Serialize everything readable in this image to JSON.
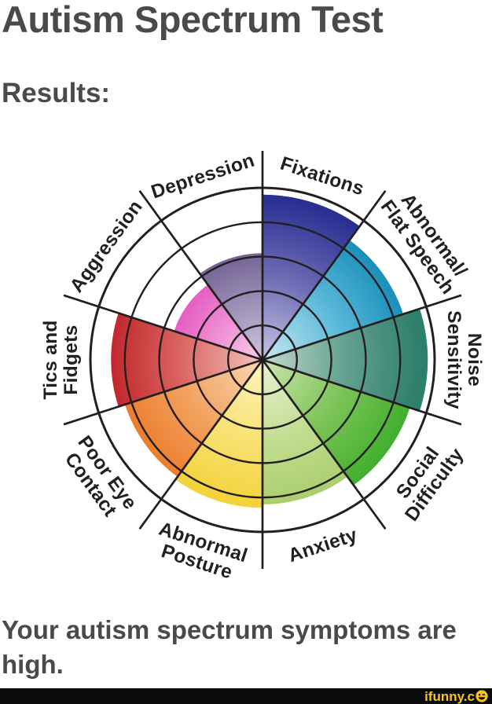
{
  "header": {
    "title": "Autism Spectrum Test",
    "subtitle": "Results:"
  },
  "result_text": "Your autism spectrum symptoms are high.",
  "footer": {
    "brand": "ifunny.c",
    "brand_color": "#f9c51d",
    "bar_color": "#0b0b0b",
    "smiley_icon": "winking-smiley-o"
  },
  "chart_data": {
    "type": "polar-wheel",
    "title": "",
    "max": 5,
    "rings": 5,
    "grid_color": "#231f20",
    "legend": "none",
    "start_angle_deg": 0,
    "direction": "clockwise",
    "categories": [
      {
        "label": "Fixations",
        "lines": [
          "Fixations"
        ],
        "value": 4.8,
        "color_center": "#c7c5e2",
        "color_mid": "#6a6ab4",
        "color_outer": "#2b3193",
        "color_rim": "#262c8e"
      },
      {
        "label": "Abnormal/Flat Speech",
        "lines": [
          "Abnormal/",
          "Flat Speech"
        ],
        "value": 4.3,
        "color_center": "#c9e9f2",
        "color_mid": "#56b6d8",
        "color_outer": "#0e88b4",
        "color_rim": "#10929f"
      },
      {
        "label": "Noise Sensitivity",
        "lines": [
          "Noise",
          "Sensitivity"
        ],
        "value": 4.8,
        "color_center": "#c3d8cc",
        "color_mid": "#61a08e",
        "color_outer": "#2d7e6b",
        "color_rim": "#2b8571"
      },
      {
        "label": "Social Difficulty",
        "lines": [
          "Social",
          "Difficulty"
        ],
        "value": 4.5,
        "color_center": "#cde5ae",
        "color_mid": "#7cc357",
        "color_outer": "#3cae2a",
        "color_rim": "#36a426"
      },
      {
        "label": "Anxiety",
        "lines": [
          "Anxiety"
        ],
        "value": 4.2,
        "color_center": "#e8f2d2",
        "color_mid": "#c0dc8e",
        "color_outer": "#a5cb64",
        "color_rim": "#a0c75e"
      },
      {
        "label": "Abnormal Posture",
        "lines": [
          "Abnormal",
          "Posture"
        ],
        "value": 4.3,
        "color_center": "#fdf4bd",
        "color_mid": "#f8e070",
        "color_outer": "#f3cf2e",
        "color_rim": "#f0ca28"
      },
      {
        "label": "Poor Eye Contact",
        "lines": [
          "Poor Eye",
          "Contact"
        ],
        "value": 4.2,
        "color_center": "#fad7b3",
        "color_mid": "#f2a05c",
        "color_outer": "#ea7522",
        "color_rim": "#e56717"
      },
      {
        "label": "Tics and Fidgets",
        "lines": [
          "Tics and",
          "Fidgets"
        ],
        "value": 4.4,
        "color_center": "#f2c3bd",
        "color_mid": "#d9625f",
        "color_outer": "#bf2026",
        "color_rim": "#a01b20"
      },
      {
        "label": "Aggression",
        "lines": [
          "Aggression"
        ],
        "value": 2.7,
        "color_center": "#f9cdeb",
        "color_mid": "#e765c4",
        "color_outer": "#cf1ba5",
        "color_rim": "#c7169b"
      },
      {
        "label": "Depression",
        "lines": [
          "Depression"
        ],
        "value": 3.1,
        "color_center": "#cfc6e0",
        "color_mid": "#8677a4",
        "color_outer": "#46316f",
        "color_rim": "#412d67"
      }
    ]
  }
}
